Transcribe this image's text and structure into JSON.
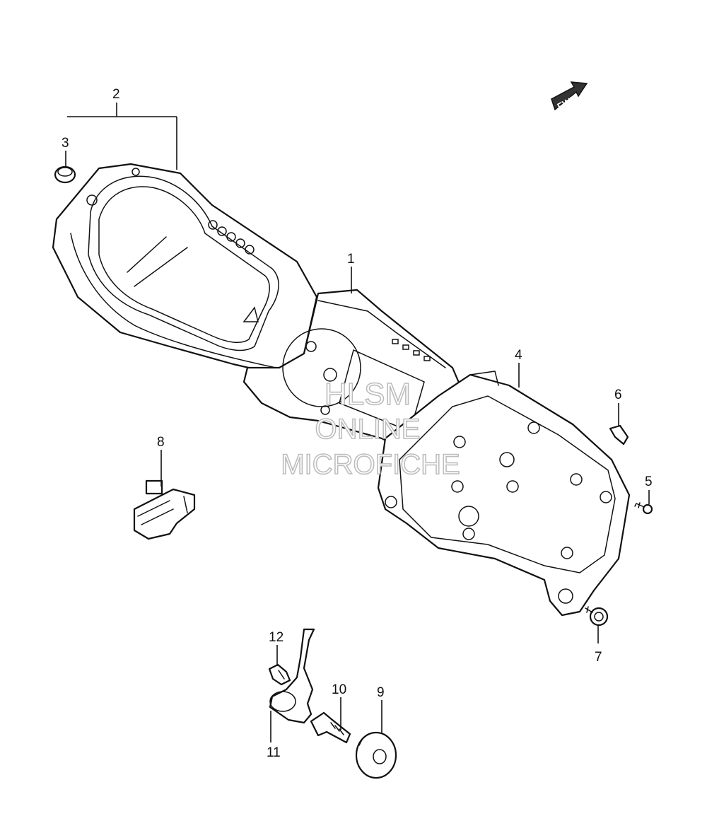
{
  "direction_arrow": {
    "label": "FWD"
  },
  "callouts": {
    "c1": "1",
    "c2": "2",
    "c3": "3",
    "c4": "4",
    "c5": "5",
    "c6": "6",
    "c7": "7",
    "c8": "8",
    "c9": "9",
    "c10": "10",
    "c11": "11",
    "c12": "12"
  },
  "watermark": {
    "line1": "HLSM",
    "line2": "ONLINE",
    "line3": "MICROFICHE"
  }
}
